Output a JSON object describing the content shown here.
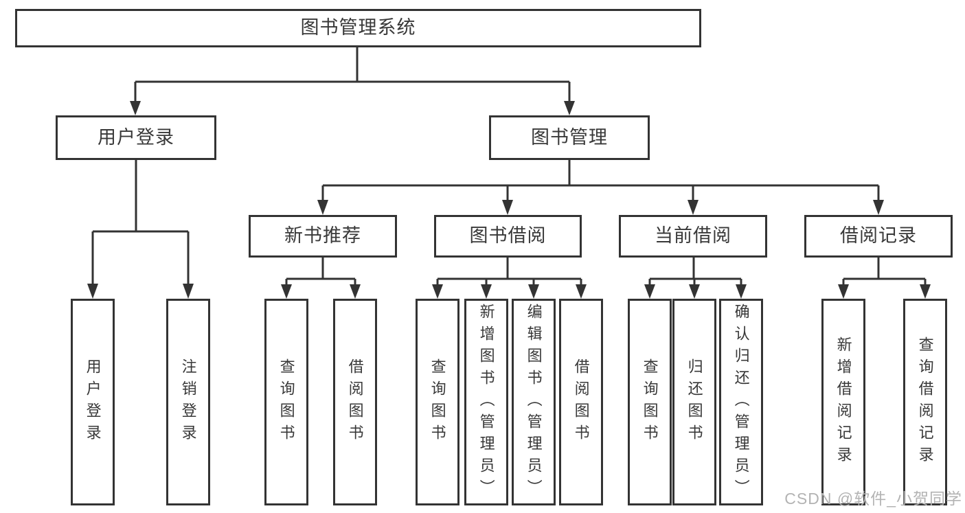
{
  "diagram": {
    "root": "图书管理系统",
    "branches": [
      {
        "label": "用户登录",
        "children": [
          {
            "label": "用户登录"
          },
          {
            "label": "注销登录"
          }
        ]
      },
      {
        "label": "图书管理",
        "groups": [
          {
            "label": "新书推荐",
            "children": [
              {
                "label": "查询图书"
              },
              {
                "label": "借阅图书"
              }
            ]
          },
          {
            "label": "图书借阅",
            "children": [
              {
                "label": "查询图书"
              },
              {
                "label": "新增图书（管理员）"
              },
              {
                "label": "编辑图书（管理员）"
              },
              {
                "label": "借阅图书"
              }
            ]
          },
          {
            "label": "当前借阅",
            "children": [
              {
                "label": "查询图书"
              },
              {
                "label": "归还图书"
              },
              {
                "label": "确认归还（管理员）"
              }
            ]
          },
          {
            "label": "借阅记录",
            "children": [
              {
                "label": "新增借阅记录"
              },
              {
                "label": "查询借阅记录"
              }
            ]
          }
        ]
      }
    ]
  },
  "watermark": "CSDN @软件_小贺同学",
  "colors": {
    "background": "#ffffff",
    "line": "#333333",
    "box_border": "#333333",
    "text": "#383838",
    "watermark": "#b3b3b3"
  }
}
